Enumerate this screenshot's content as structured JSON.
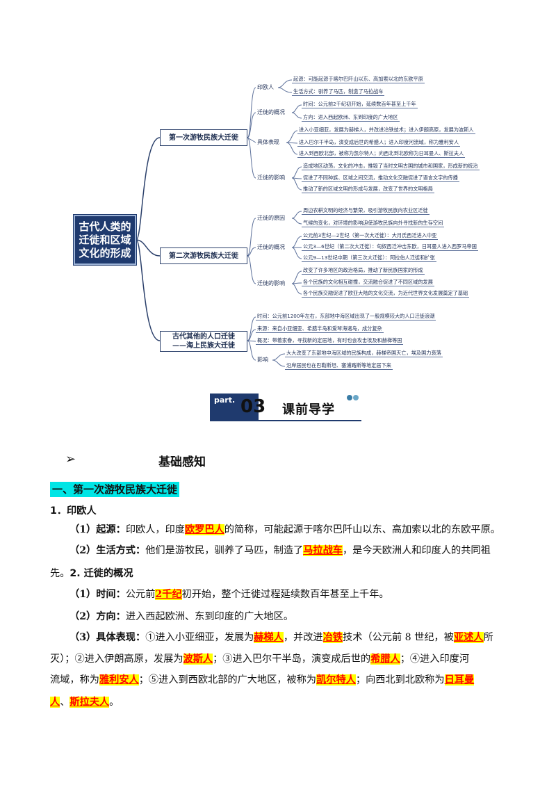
{
  "mindmap": {
    "root": "古代人类的迁徙和区域文化的形成",
    "branch1": "第一次游牧民族大迁徙",
    "branch2": "第二次游牧民族大迁徙",
    "branch3_line1": "古代其他的人口迁徙",
    "branch3_line2": "——海上民族大迁徙",
    "b1_labels": [
      "印欧人",
      "迁徙的概况",
      "具体表现",
      "迁徙的影响"
    ],
    "b1_leaves": [
      "起源：可能起源于喀尔巴阡山以东、高加索以北的东欧平原",
      "生活方式：驯养了马匹，制造了马拉战车",
      "时间：公元前2千纪初开始，延续数百年甚至上千年",
      "方向：进入西起欧洲、东到印度的广大地区",
      "进入小亚细亚，发展为赫梯人，并改进冶铁技术；进入伊朗高原，发展为波斯人",
      "进入巴尔干半岛，演变成后世的希腊人；进入印度河流域，称为雅利安人",
      "进入到西欧北部，被称为凯尔特人；向西北到北欧称为日耳曼人、斯拉夫人",
      "造成地区动荡，文化的冲击，推毁了当时文明古国的城市和国家，形成新的统治",
      "促进了不同种族、区域之间交流，推动文化交融促进了语言文字的传播",
      "推动了新的区域文明的形成与发展，改变了世界的文明格局"
    ],
    "b2_labels": [
      "迁徙的原因",
      "迁徙的概况",
      "迁徙的影响"
    ],
    "b2_leaves": [
      "周边农耕文明的经济与繁荣，吸引游牧民族向农业区迁徙",
      "气候的变化，对环境的影响迫使游牧民族向外寻找新的生存空间",
      "公元前3世纪—2世纪（第一次大迁徙）：大月氏西迁进入中亚",
      "公元3—6世纪（第二次大迁徙）：匈奴西迁冲击东欧，日耳曼人进入西罗马帝国",
      "公元9—13世纪中期（第三次大迁徙）：阿拉伯人迁徙和扩张",
      "改变了许多地区的政治格局，推动了新民族国家的形成",
      "各个民族的文化相互碰撞，交流融合促进了不同区域的发展",
      "各个民族交融促进了欧亚大陆的文化交流，为近代世界文化发展奠定了基础"
    ],
    "b3_labels": [
      "时间",
      "来源",
      "概况",
      "影响"
    ],
    "b3_leaves": [
      "时间：公元前1200年左右，东部地中海区域出现了一股规模较大的人口迁徙浪潮",
      "来源：来自小亚细亚、希腊半岛和爱琴海诸岛，成分复杂",
      "概况：带着家眷，寻找新的定居地，有时也会攻击埃及和赫梯等国",
      "大大改变了东部地中海区域的民族构成，赫梯帝国灭亡，埃及国力衰落",
      "沿岸居民也在巴勒斯坦、塞浦路斯等地定居下来"
    ]
  },
  "banner": {
    "part_label": "part.",
    "part_number": "03",
    "title": "课前导学"
  },
  "section": {
    "arrow": "➢",
    "title": "基础感知"
  },
  "heading1": "一、第一次游牧民族大迁徙",
  "sub1": "1．印欧人",
  "origin": {
    "label": "（1）起源：",
    "t1": "印欧人，印度",
    "h1": "欧罗巴人",
    "t2": "的简称，可能起源于喀尔巴阡山以东、高加索以北的东欧平原。"
  },
  "lifestyle": {
    "label": "（2）生活方式：",
    "t1": "他们是游牧民，驯养了马匹，制造了",
    "h1": "马拉战车",
    "t2": "，是今天欧洲人和印度人的共同祖",
    "t3": "先。",
    "sub2": "2. 迁徙的概况"
  },
  "time": {
    "label": "（1）时间：",
    "t1": "公元前",
    "h1": "2千纪",
    "t2": "初开始，整个迁徙过程延续数百年甚至上千年。"
  },
  "direction": {
    "label": "（2）方向：",
    "t1": "进入西起欧洲、东到印度的广大地区。"
  },
  "performance": {
    "label": "（3）具体表现：",
    "t1": "①进入小亚细亚，发展为",
    "h1": "赫梯人",
    "t2": "，并改进",
    "h2": "冶铁",
    "t3": "技术（公元前 8 世纪，被",
    "h3": "亚述人",
    "t4": "所",
    "t5": "灭）；②进入伊朗高原，发展为",
    "h4": "波斯人",
    "t6": "；③进入巴尔干半岛，演变成后世的",
    "h5": "希腊人",
    "t7": "；④进入印度河",
    "t8": "流域，称为",
    "h6": "雅利安人",
    "t9": "；⑤进入到西欧北部的广大地区，被称为",
    "h7": "凯尔特人",
    "t10": "；向西北到北欧称为",
    "h8": "日耳曼",
    "h9": "人",
    "t11": "、",
    "h10": "斯拉夫人",
    "t12": "。"
  }
}
